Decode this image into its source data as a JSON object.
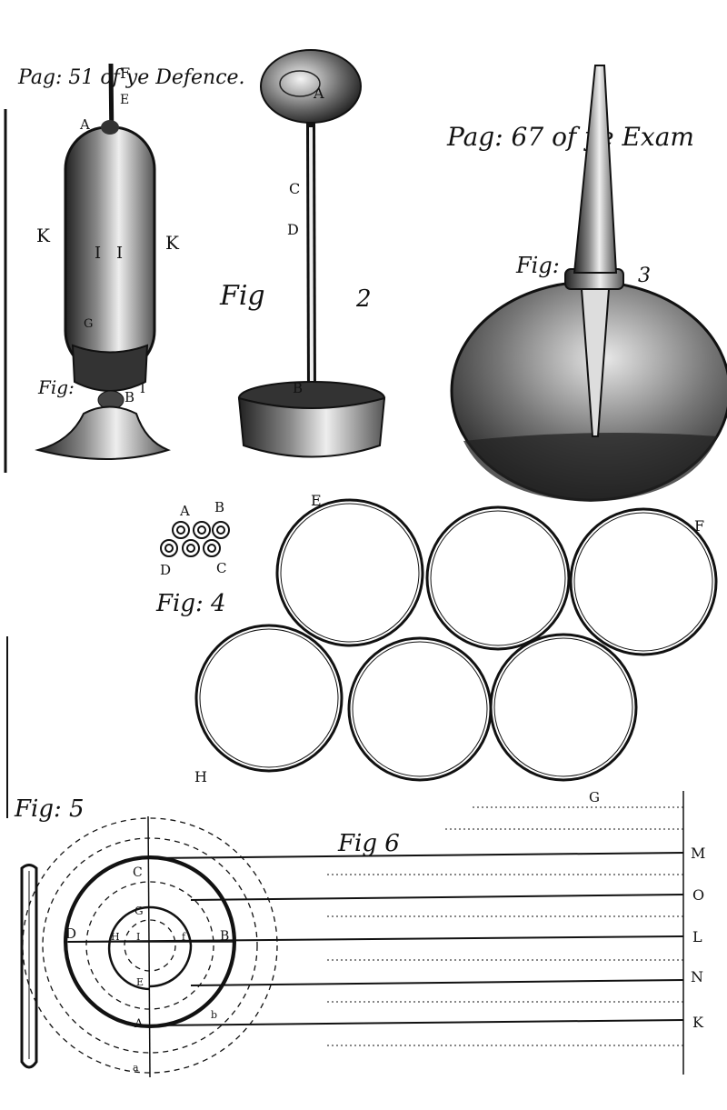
{
  "captions": {
    "defence": "Pag: 51 of ye Defence.",
    "exam": "Pag: 67 of ye Exam",
    "fig_label": "Fig:",
    "fig2_word": "Fig",
    "fig2_num": "2",
    "fig3_word": "Fig:",
    "fig3_num": "3",
    "fig4": "Fig: 4",
    "fig5": "Fig: 5",
    "fig6": "Fig 6"
  },
  "fig1_letters": {
    "E": "E",
    "F": "F",
    "A": "A",
    "K1": "K",
    "K2": "K",
    "I1": "I",
    "I2": "I",
    "G": "G",
    "B": "B",
    "I3": "I"
  },
  "fig2_letters": {
    "A": "A",
    "C": "C",
    "D": "D",
    "B": "B"
  },
  "fig4_letters": {
    "A": "A",
    "B": "B",
    "C": "C",
    "D": "D",
    "E": "E",
    "F": "F",
    "H": "H"
  },
  "fig5_letters": {
    "C": "C",
    "G": "G",
    "D": "D",
    "H": "H",
    "I": "I",
    "f": "f",
    "B": "B",
    "E": "E",
    "A": "A",
    "b": "b",
    "a": "a"
  },
  "fig6_letters": {
    "G": "G",
    "M": "M",
    "O": "O",
    "L": "L",
    "N": "N",
    "K": "K"
  },
  "colors": {
    "ink": "#111111",
    "paper": "#ffffff"
  }
}
